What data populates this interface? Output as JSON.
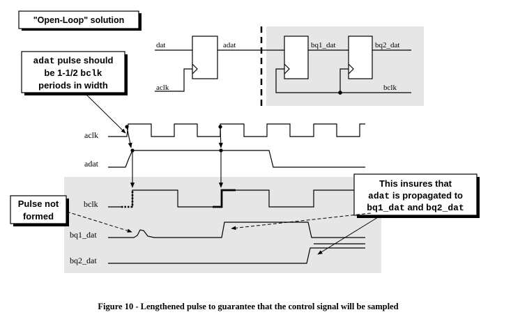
{
  "title_box": "\"Open-Loop\" solution",
  "callout_width": {
    "line1_code": "adat",
    "line1_text": " pulse should",
    "line2_text": "be 1-1/2 ",
    "line2_code": "bclk",
    "line3_text": "periods in width"
  },
  "callout_insures": {
    "line1_text": "This insures that",
    "line2_code": "adat",
    "line2_text": " is propagated to",
    "line3_code_a": "bq1_dat",
    "line3_text": " and ",
    "line3_code_b": "bq2_dat"
  },
  "callout_not_formed": {
    "line1": "Pulse not",
    "line2": "formed"
  },
  "schematic": {
    "dat": "dat",
    "adat": "adat",
    "aclk": "aclk",
    "bq1_dat": "bq1_dat",
    "bq2_dat": "bq2_dat",
    "bclk": "bclk"
  },
  "timing_labels": {
    "aclk": "aclk",
    "adat": "adat",
    "bclk": "bclk",
    "bq1_dat": "bq1_dat",
    "bq2_dat": "bq2_dat"
  },
  "caption": "Figure 10 - Lengthened pulse to guarantee that the control signal will be sampled",
  "colors": {
    "shade": "#e6e6e6",
    "ink": "#000000"
  }
}
